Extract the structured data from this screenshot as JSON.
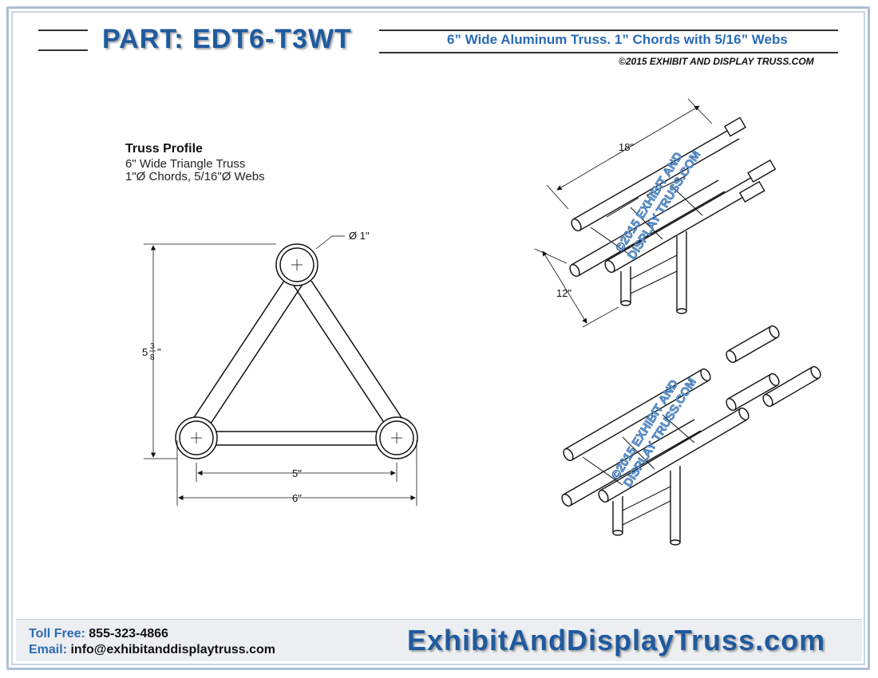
{
  "header": {
    "part_label": "PART: EDT6-T3WT",
    "subtitle": "6” Wide Aluminum Truss. 1” Chords with 5/16” Webs",
    "copyright": "©2015 EXHIBIT AND DISPLAY TRUSS.COM"
  },
  "profile": {
    "title": "Truss  Profile",
    "line1": "6\" Wide Triangle Truss",
    "line2": "1\"Ø Chords, 5/16\"Ø Webs"
  },
  "dimensions": {
    "chord_dia": "Ø 1\"",
    "height_whole": "5",
    "height_num": "3",
    "height_den": "8",
    "height_unit": "\"",
    "inner_width": "5\"",
    "outer_width": "6\"",
    "length": "18\"",
    "leg": "12\""
  },
  "watermark": {
    "line1": "©2015 EXHIBIT AND",
    "line2": "DISPLAY TRUSS.COM"
  },
  "footer": {
    "toll_label": "Toll Free:",
    "toll_value": "855-323-4866",
    "email_label": "Email:",
    "email_value": "info@exhibitanddisplaytruss.com",
    "website": "ExhibitAndDisplayTruss.com"
  },
  "colors": {
    "brand_blue": "#1f5a9e",
    "accent_blue": "#2a6bb5",
    "watermark_blue": "#6fa3d8"
  }
}
